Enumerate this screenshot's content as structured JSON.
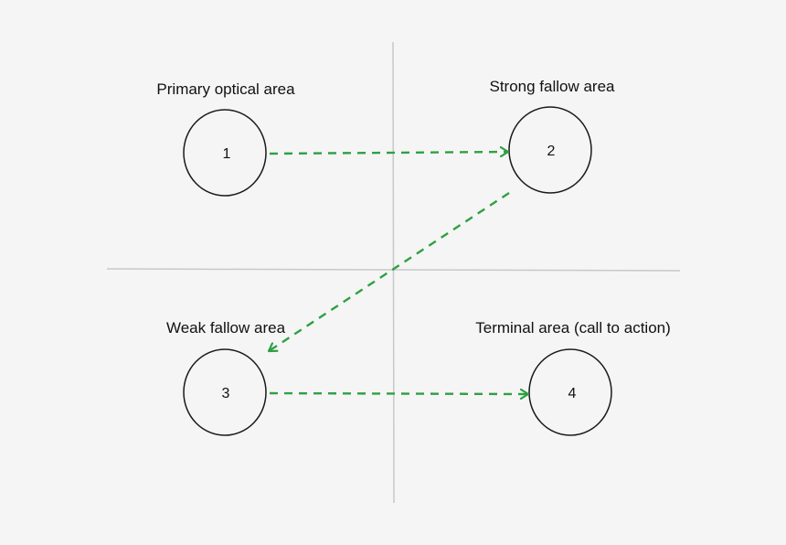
{
  "colors": {
    "background": "#f5f5f5",
    "axis": "#c8c8c8",
    "circle_stroke": "#1a1a1a",
    "arrow": "#2ea043",
    "text": "#111111"
  },
  "quadrants": [
    {
      "id": "primary",
      "label": "Primary optical area",
      "number": "1"
    },
    {
      "id": "strong",
      "label": "Strong fallow area",
      "number": "2"
    },
    {
      "id": "weak",
      "label": "Weak fallow area",
      "number": "3"
    },
    {
      "id": "terminal",
      "label": "Terminal area (call to action)",
      "number": "4"
    }
  ],
  "flow": [
    {
      "from": "1",
      "to": "2"
    },
    {
      "from": "2",
      "to": "3"
    },
    {
      "from": "3",
      "to": "4"
    }
  ]
}
